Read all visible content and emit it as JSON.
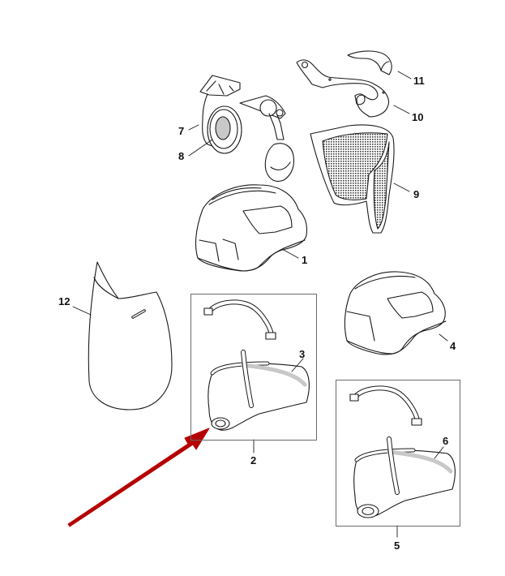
{
  "diagram": {
    "type": "exploded-parts-diagram",
    "subject": "Forestry helmet system parts",
    "colors": {
      "line": "#1a1a1a",
      "fill": "#ffffff",
      "shade": "#c8c8c8",
      "box": "#6b6b6b",
      "highlight_arrow": "#b50000"
    },
    "callouts": [
      {
        "id": "1",
        "label": "1",
        "part": "helmet-shell"
      },
      {
        "id": "2",
        "label": "2",
        "part": "harness-assembly"
      },
      {
        "id": "3",
        "label": "3",
        "part": "sweatband"
      },
      {
        "id": "4",
        "label": "4",
        "part": "helmet-shell-alt"
      },
      {
        "id": "5",
        "label": "5",
        "part": "harness-assembly-alt"
      },
      {
        "id": "6",
        "label": "6",
        "part": "sweatband-alt"
      },
      {
        "id": "7",
        "label": "7",
        "part": "earmuff"
      },
      {
        "id": "8",
        "label": "8",
        "part": "ear-cushion"
      },
      {
        "id": "9",
        "label": "9",
        "part": "mesh-visor"
      },
      {
        "id": "10",
        "label": "10",
        "part": "visor-bracket"
      },
      {
        "id": "11",
        "label": "11",
        "part": "rain-shield"
      },
      {
        "id": "12",
        "label": "12",
        "part": "clear-face-shield"
      }
    ],
    "annotation": {
      "type": "arrow",
      "points_to": "2",
      "target_detail": "harness ratchet adjuster"
    }
  }
}
